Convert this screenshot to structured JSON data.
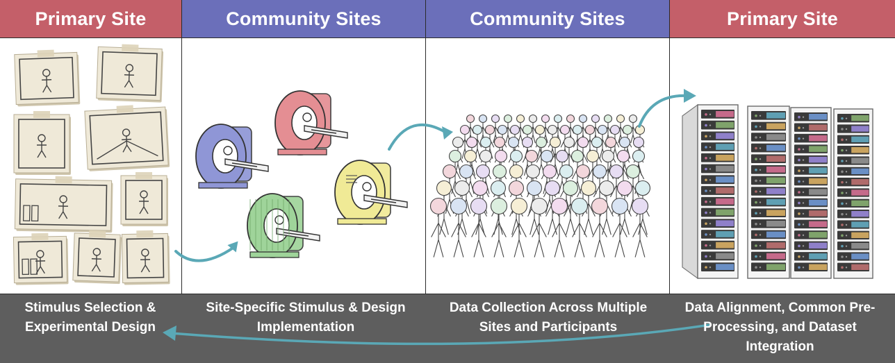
{
  "stages": [
    {
      "header": "Primary Site",
      "caption": "Stimulus Selection & Experimental Design"
    },
    {
      "header": "Community Sites",
      "caption": "Site-Specific Stimulus & Design Implementation"
    },
    {
      "header": "Community Sites",
      "caption": "Data Collection Across Multiple Sites and Participants"
    },
    {
      "header": "Primary Site",
      "caption": "Data Alignment, Common Pre-Processing, and Dataset Integration"
    }
  ],
  "colors": {
    "primary_header": "#c45f69",
    "community_header": "#6b6fba",
    "footer": "#5e5e5e",
    "arrow": "#5aa8b6",
    "scanner_blue": "#8f96d6",
    "scanner_red": "#e48e93",
    "scanner_yellow": "#f0ea96",
    "scanner_green": "#9fd49a"
  },
  "icons": [
    "stimulus-sketch-cards",
    "mri-scanner-icon",
    "participant-crowd-icon",
    "server-rack-icon",
    "flow-arrow-icon"
  ]
}
